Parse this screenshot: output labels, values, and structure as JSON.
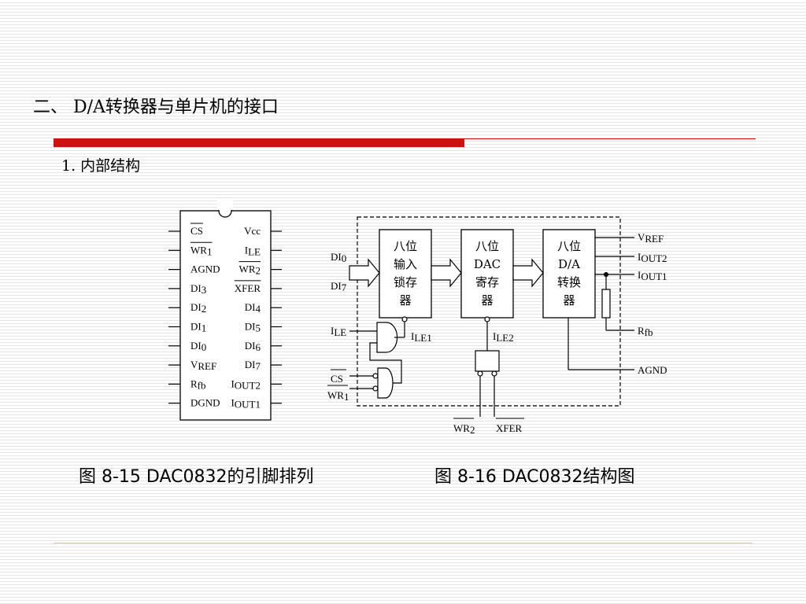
{
  "slide": {
    "title": "二、 D/A转换器与单片机的接口",
    "subtitle": "1. 内部结构"
  },
  "pinout": {
    "left_pins": [
      {
        "main": "CS",
        "overline": true
      },
      {
        "main": "WR",
        "sub": "1",
        "overline": true
      },
      {
        "main": "AGND"
      },
      {
        "main": "DI",
        "sub": "3"
      },
      {
        "main": "DI",
        "sub": "2"
      },
      {
        "main": "DI",
        "sub": "1"
      },
      {
        "main": "DI",
        "sub": "0"
      },
      {
        "main": "V",
        "sub": "REF"
      },
      {
        "main": "R",
        "sub": "fb"
      },
      {
        "main": "DGND"
      }
    ],
    "right_pins": [
      {
        "main": "Vcc"
      },
      {
        "main": "I",
        "sub": "LE"
      },
      {
        "main": "WR",
        "sub": "2",
        "overline": true
      },
      {
        "main": "XFER",
        "overline": true
      },
      {
        "main": "DI",
        "sub": "4"
      },
      {
        "main": "DI",
        "sub": "5"
      },
      {
        "main": "DI",
        "sub": "6"
      },
      {
        "main": "DI",
        "sub": "7"
      },
      {
        "main": "I",
        "sub": "OUT2"
      },
      {
        "main": "I",
        "sub": "OUT1"
      }
    ]
  },
  "structure": {
    "blocks": [
      {
        "lines": [
          "八位",
          "输入",
          "锁存",
          "器"
        ]
      },
      {
        "lines": [
          "八位",
          "DAC",
          "寄存",
          "器"
        ]
      },
      {
        "lines": [
          "八位",
          "D/A",
          "转换",
          "器"
        ]
      }
    ],
    "inputs": {
      "di0": {
        "main": "DI",
        "sub": "0"
      },
      "di7": {
        "main": "DI",
        "sub": "7"
      },
      "ile": {
        "main": "I",
        "sub": "LE"
      },
      "cs": {
        "main": "CS"
      },
      "wr1": {
        "main": "WR",
        "sub": "1"
      }
    },
    "internal": {
      "le1": {
        "main": "I",
        "sub": "LE1"
      },
      "le2": {
        "main": "I",
        "sub": "LE2"
      }
    },
    "outputs": {
      "vref": {
        "main": "V",
        "sub": "REF"
      },
      "iout2": {
        "main": "I",
        "sub": "OUT2"
      },
      "iout1": {
        "main": "I",
        "sub": "OUT1"
      },
      "rfb": {
        "main": "R",
        "sub": "fb"
      },
      "agnd": {
        "main": "AGND"
      }
    },
    "bottom": {
      "wr2": {
        "main": "WR",
        "sub": "2"
      },
      "xfer": {
        "main": "XFER"
      }
    }
  },
  "captions": {
    "fig1": "图 8-15  DAC0832的引脚排列",
    "fig2": "图 8-16  DAC0832结构图"
  }
}
